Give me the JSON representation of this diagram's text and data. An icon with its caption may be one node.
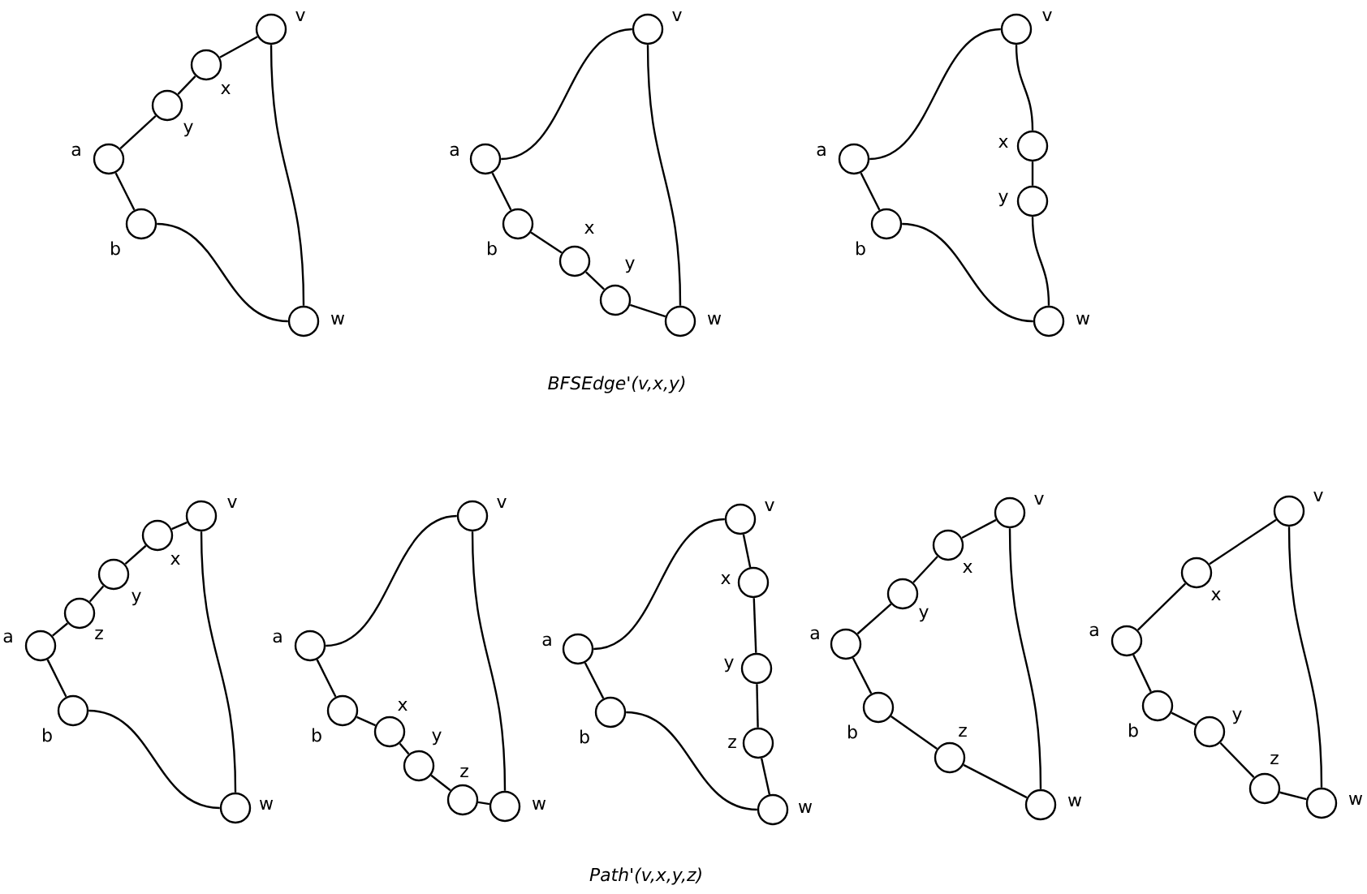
{
  "diagram": {
    "nodes": [
      {
        "text": [],
        "shape": "circle",
        "beside": [
          "v"
        ]
      },
      {
        "text": [],
        "shape": "circle",
        "beside": [
          "x"
        ]
      },
      {
        "text": [],
        "shape": "circle",
        "beside": [
          "y"
        ]
      },
      {
        "text": [],
        "shape": "circle",
        "beside": [
          "a"
        ]
      },
      {
        "text": [],
        "shape": "circle",
        "beside": [
          "b"
        ]
      },
      {
        "text": [],
        "shape": "circle",
        "beside": [
          "w"
        ]
      },
      {
        "text": [],
        "shape": "circle",
        "beside": [
          "v"
        ]
      },
      {
        "text": [],
        "shape": "circle",
        "beside": [
          "a"
        ]
      },
      {
        "text": [],
        "shape": "circle",
        "beside": [
          "b"
        ]
      },
      {
        "text": [],
        "shape": "circle",
        "beside": [
          "x"
        ]
      },
      {
        "text": [],
        "shape": "circle",
        "beside": [
          "y"
        ]
      },
      {
        "text": [],
        "shape": "circle",
        "beside": [
          "w"
        ]
      },
      {
        "text": [],
        "shape": "circle",
        "beside": [
          "v"
        ]
      },
      {
        "text": [],
        "shape": "circle",
        "beside": [
          "x"
        ]
      },
      {
        "text": [],
        "shape": "circle",
        "beside": [
          "y"
        ]
      },
      {
        "text": [],
        "shape": "circle",
        "beside": [
          "a"
        ]
      },
      {
        "text": [],
        "shape": "circle",
        "beside": [
          "b"
        ]
      },
      {
        "text": [],
        "shape": "circle",
        "beside": [
          "w"
        ]
      },
      {
        "text": [],
        "shape": "circle",
        "beside": [
          "v"
        ]
      },
      {
        "text": [],
        "shape": "circle",
        "beside": [
          "x"
        ]
      },
      {
        "text": [],
        "shape": "circle",
        "beside": [
          "y"
        ]
      },
      {
        "text": [],
        "shape": "circle",
        "beside": [
          "z"
        ]
      },
      {
        "text": [],
        "shape": "circle",
        "beside": [
          "a"
        ]
      },
      {
        "text": [],
        "shape": "circle",
        "beside": [
          "b"
        ]
      },
      {
        "text": [],
        "shape": "circle",
        "beside": [
          "w"
        ]
      },
      {
        "text": [],
        "shape": "circle",
        "beside": [
          "v"
        ]
      },
      {
        "text": [],
        "shape": "circle",
        "beside": [
          "a"
        ]
      },
      {
        "text": [],
        "shape": "circle",
        "beside": [
          "b"
        ]
      },
      {
        "text": [],
        "shape": "circle",
        "beside": [
          "x"
        ]
      },
      {
        "text": [],
        "shape": "circle",
        "beside": [
          "y"
        ]
      },
      {
        "text": [],
        "shape": "circle",
        "beside": [
          "z"
        ]
      },
      {
        "text": [],
        "shape": "circle",
        "beside": [
          "w"
        ]
      },
      {
        "text": [],
        "shape": "circle",
        "beside": [
          "v"
        ]
      },
      {
        "text": [],
        "shape": "circle",
        "beside": [
          "x"
        ]
      },
      {
        "text": [],
        "shape": "circle",
        "beside": [
          "a"
        ]
      },
      {
        "text": [],
        "shape": "circle",
        "beside": [
          "y"
        ]
      },
      {
        "text": [],
        "shape": "circle",
        "beside": [
          "b"
        ]
      },
      {
        "text": [],
        "shape": "circle",
        "beside": [
          "z"
        ]
      },
      {
        "text": [],
        "shape": "circle",
        "beside": [
          "w"
        ]
      },
      {
        "text": [],
        "shape": "circle",
        "beside": [
          "v"
        ]
      },
      {
        "text": [],
        "shape": "circle",
        "beside": [
          "x"
        ]
      },
      {
        "text": [],
        "shape": "circle",
        "beside": [
          "y"
        ]
      },
      {
        "text": [],
        "shape": "circle",
        "beside": [
          "a"
        ]
      },
      {
        "text": [],
        "shape": "circle",
        "beside": [
          "b"
        ]
      },
      {
        "text": [],
        "shape": "circle",
        "beside": [
          "z"
        ]
      },
      {
        "text": [],
        "shape": "circle",
        "beside": [
          "w"
        ]
      },
      {
        "text": [],
        "shape": "circle",
        "beside": [
          "v"
        ]
      },
      {
        "text": [],
        "shape": "circle",
        "beside": [
          "x"
        ]
      },
      {
        "text": [],
        "shape": "circle",
        "beside": [
          "a"
        ]
      },
      {
        "text": [],
        "shape": "circle",
        "beside": [
          "b"
        ]
      },
      {
        "text": [],
        "shape": "circle",
        "beside": [
          "y"
        ]
      },
      {
        "text": [],
        "shape": "circle",
        "beside": [
          "z"
        ]
      },
      {
        "text": [],
        "shape": "circle",
        "beside": [
          "w"
        ]
      }
    ],
    "edges": [
      {
        "from": 3,
        "to": 2,
        "arrow": "none"
      },
      {
        "from": 2,
        "to": 1,
        "arrow": "none"
      },
      {
        "from": 1,
        "to": 0,
        "arrow": "none"
      },
      {
        "from": 0,
        "to": 5,
        "arrow": "none"
      },
      {
        "from": 3,
        "to": 4,
        "arrow": "none"
      },
      {
        "from": 4,
        "to": 5,
        "arrow": "none"
      },
      {
        "from": 7,
        "to": 6,
        "arrow": "none"
      },
      {
        "from": 6,
        "to": 11,
        "arrow": "none"
      },
      {
        "from": 7,
        "to": 8,
        "arrow": "none"
      },
      {
        "from": 8,
        "to": 9,
        "arrow": "none"
      },
      {
        "from": 9,
        "to": 10,
        "arrow": "none"
      },
      {
        "from": 10,
        "to": 11,
        "arrow": "none"
      },
      {
        "from": 15,
        "to": 12,
        "arrow": "none"
      },
      {
        "from": 12,
        "to": 13,
        "arrow": "none"
      },
      {
        "from": 13,
        "to": 14,
        "arrow": "none"
      },
      {
        "from": 14,
        "to": 17,
        "arrow": "none"
      },
      {
        "from": 15,
        "to": 16,
        "arrow": "none"
      },
      {
        "from": 16,
        "to": 17,
        "arrow": "none"
      },
      {
        "from": 22,
        "to": 21,
        "arrow": "none"
      },
      {
        "from": 21,
        "to": 20,
        "arrow": "none"
      },
      {
        "from": 20,
        "to": 19,
        "arrow": "none"
      },
      {
        "from": 19,
        "to": 18,
        "arrow": "none"
      },
      {
        "from": 18,
        "to": 24,
        "arrow": "none"
      },
      {
        "from": 22,
        "to": 23,
        "arrow": "none"
      },
      {
        "from": 23,
        "to": 24,
        "arrow": "none"
      },
      {
        "from": 26,
        "to": 25,
        "arrow": "none"
      },
      {
        "from": 25,
        "to": 31,
        "arrow": "none"
      },
      {
        "from": 26,
        "to": 27,
        "arrow": "none"
      },
      {
        "from": 27,
        "to": 28,
        "arrow": "none"
      },
      {
        "from": 28,
        "to": 29,
        "arrow": "none"
      },
      {
        "from": 29,
        "to": 30,
        "arrow": "none"
      },
      {
        "from": 30,
        "to": 31,
        "arrow": "none"
      },
      {
        "from": 34,
        "to": 32,
        "arrow": "none"
      },
      {
        "from": 32,
        "to": 33,
        "arrow": "none"
      },
      {
        "from": 33,
        "to": 35,
        "arrow": "none"
      },
      {
        "from": 35,
        "to": 37,
        "arrow": "none"
      },
      {
        "from": 37,
        "to": 38,
        "arrow": "none"
      },
      {
        "from": 34,
        "to": 36,
        "arrow": "none"
      },
      {
        "from": 36,
        "to": 38,
        "arrow": "none"
      },
      {
        "from": 42,
        "to": 41,
        "arrow": "none"
      },
      {
        "from": 41,
        "to": 40,
        "arrow": "none"
      },
      {
        "from": 40,
        "to": 39,
        "arrow": "none"
      },
      {
        "from": 39,
        "to": 45,
        "arrow": "none"
      },
      {
        "from": 42,
        "to": 43,
        "arrow": "none"
      },
      {
        "from": 43,
        "to": 44,
        "arrow": "none"
      },
      {
        "from": 44,
        "to": 45,
        "arrow": "none"
      },
      {
        "from": 48,
        "to": 47,
        "arrow": "none"
      },
      {
        "from": 47,
        "to": 46,
        "arrow": "none"
      },
      {
        "from": 46,
        "to": 52,
        "arrow": "none"
      },
      {
        "from": 48,
        "to": 49,
        "arrow": "none"
      },
      {
        "from": 49,
        "to": 50,
        "arrow": "none"
      },
      {
        "from": 50,
        "to": 51,
        "arrow": "none"
      },
      {
        "from": 51,
        "to": 52,
        "arrow": "none"
      }
    ],
    "labels": [
      "BFSEdge'(v,x,y)",
      "Path'(v,x,y,z)"
    ]
  }
}
